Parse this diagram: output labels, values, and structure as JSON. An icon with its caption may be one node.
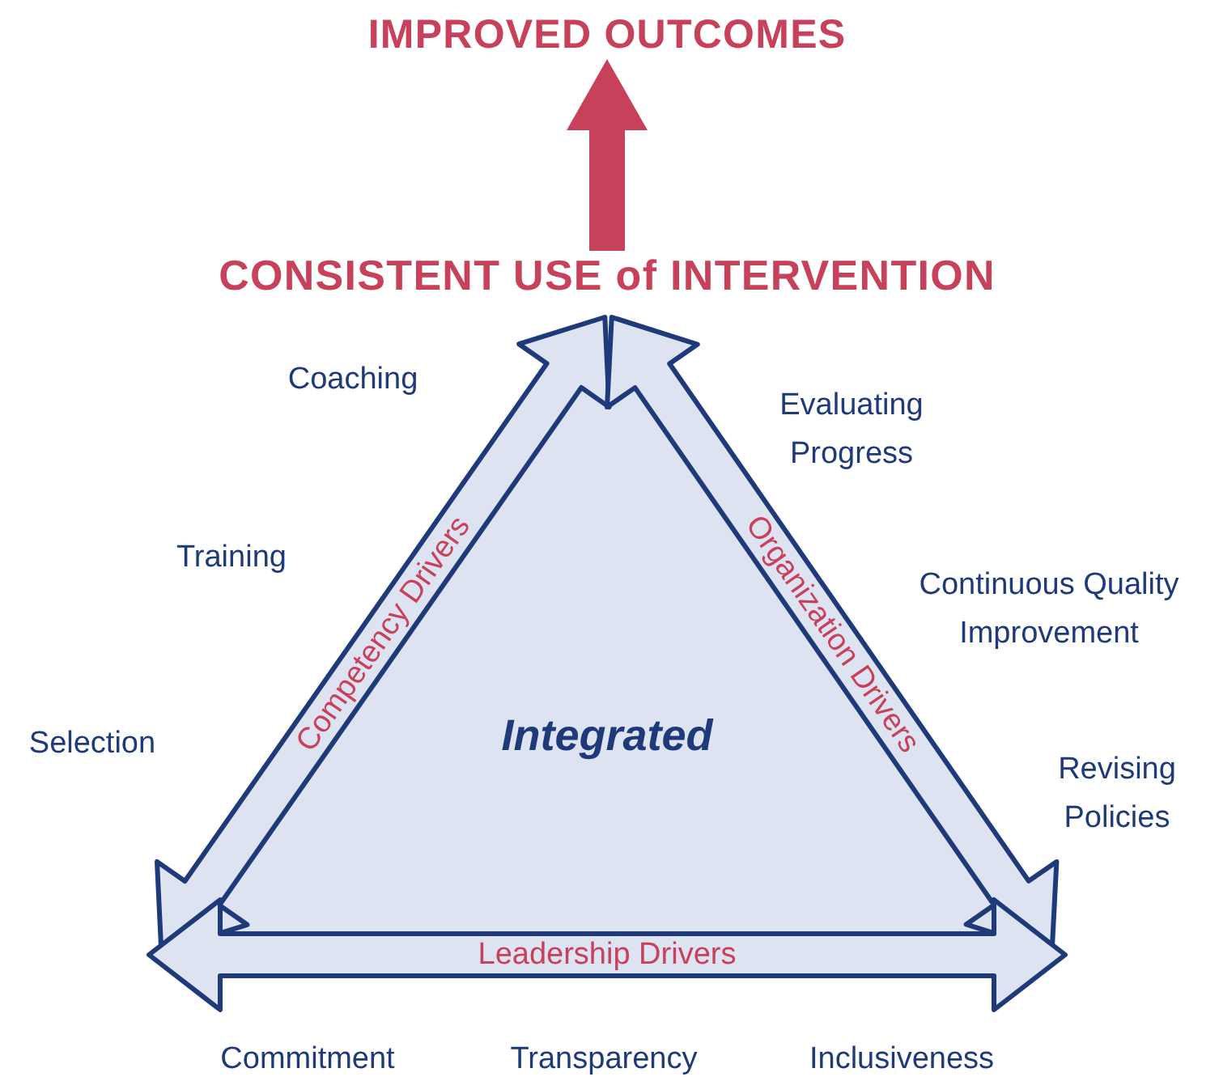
{
  "diagram": {
    "nodes": [
      {
        "text": [
          "IMPROVED OUTCOMES"
        ]
      },
      {
        "text": [
          "CONSISTENT USE of INTERVENTION"
        ]
      },
      {
        "text": [
          "Integrated"
        ]
      },
      {
        "text": [
          "Competency Drivers"
        ]
      },
      {
        "text": [
          "Organization Drivers"
        ]
      },
      {
        "text": [
          "Leadership Drivers"
        ]
      }
    ],
    "edges": [
      {
        "from": 1,
        "to": 0,
        "arrow": "to",
        "style": "thick"
      }
    ],
    "labels": [
      "Coaching",
      "Evaluating Progress",
      "Training",
      "Continuous Quality Improvement",
      "Selection",
      "Revising Policies",
      "Commitment",
      "Transparency",
      "Inclusiveness"
    ]
  }
}
